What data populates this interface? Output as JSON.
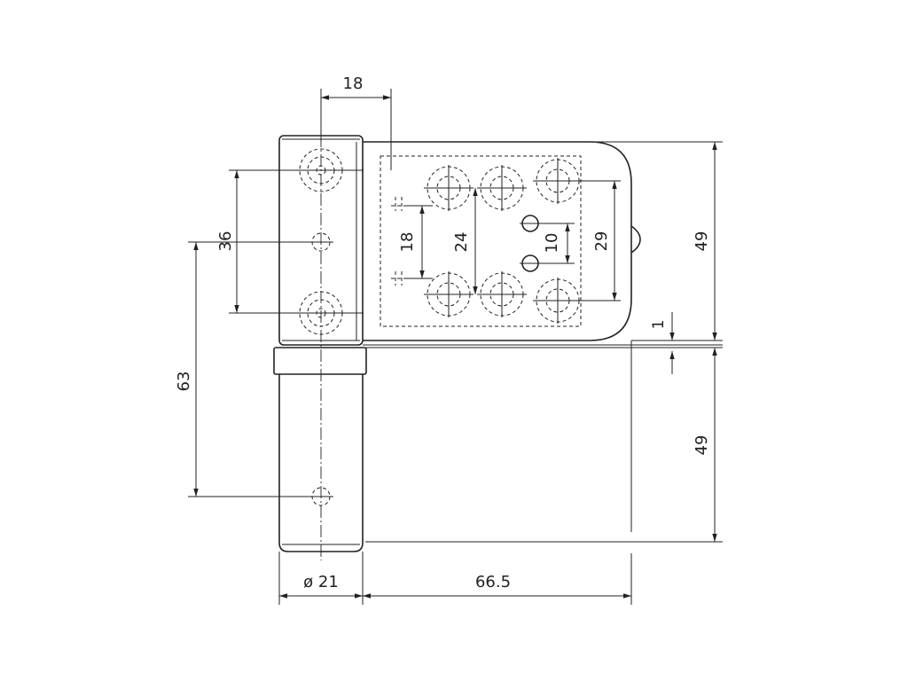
{
  "dimensions": {
    "d18_top": "18",
    "d36": "36",
    "d63": "63",
    "d18_inner": "18",
    "d24": "24",
    "d10": "10",
    "d29": "29",
    "d1": "1",
    "d49_top": "49",
    "d49_bottom": "49",
    "d_dia": "ø 21",
    "d66_5": "66.5"
  }
}
